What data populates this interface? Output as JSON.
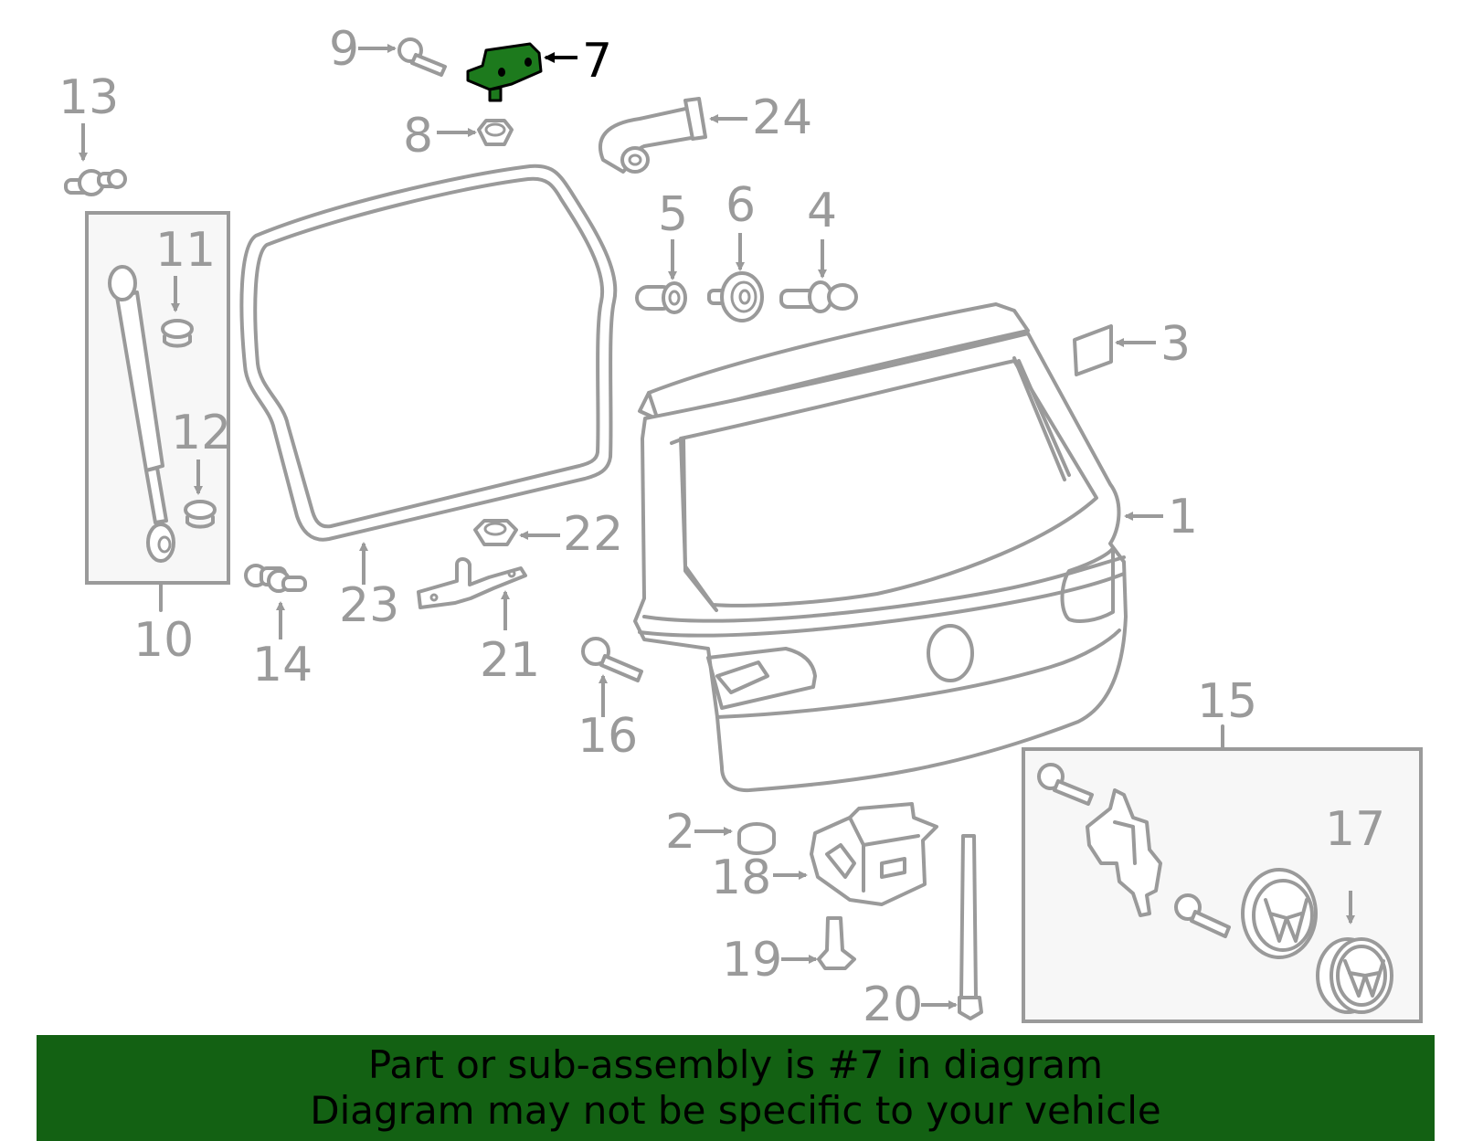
{
  "callouts": {
    "c1": "1",
    "c2": "2",
    "c3": "3",
    "c4": "4",
    "c5": "5",
    "c6": "6",
    "c7": "7",
    "c8": "8",
    "c9": "9",
    "c10": "10",
    "c11": "11",
    "c12": "12",
    "c13": "13",
    "c14": "14",
    "c15": "15",
    "c16": "16",
    "c17": "17",
    "c18": "18",
    "c19": "19",
    "c20": "20",
    "c21": "21",
    "c22": "22",
    "c23": "23",
    "c24": "24"
  },
  "highlighted_part": "7",
  "banner": {
    "line1": "Part or sub-assembly is #7 in diagram",
    "line2": "Diagram may not be specific to your vehicle"
  },
  "colors": {
    "highlight": "#1d7a1d",
    "banner_bg": "#136113",
    "line": "#9a9a9a"
  }
}
